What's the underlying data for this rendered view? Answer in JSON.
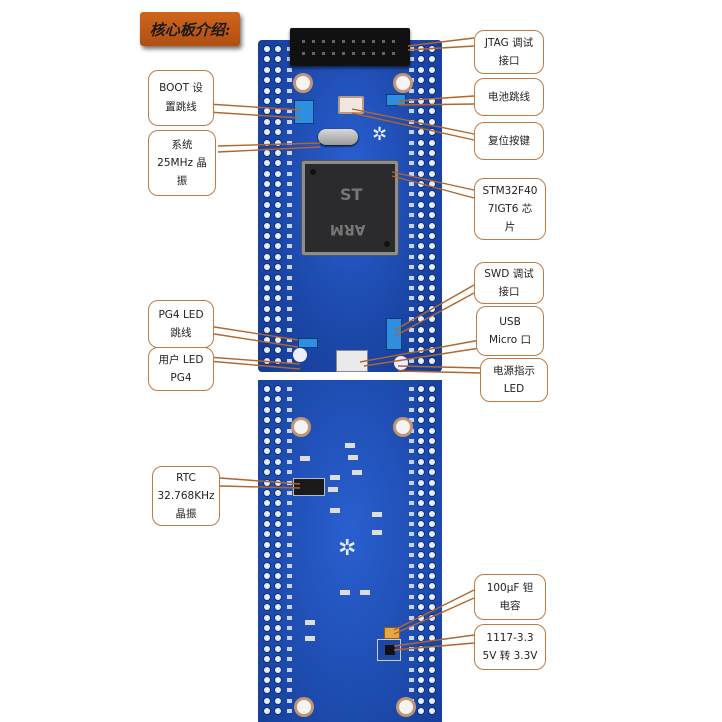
{
  "title": "核心板介绍:",
  "board": {
    "color": "#1f4fb5",
    "chip_logo": "ST",
    "chip_brand": "ARM"
  },
  "callouts": {
    "left": [
      {
        "id": "boot",
        "lines": [
          "BOOT 设",
          "置跳线"
        ]
      },
      {
        "id": "crystal",
        "lines": [
          "系统",
          "25MHz 晶",
          "振"
        ]
      },
      {
        "id": "pg4-jumper",
        "lines": [
          "PG4 LED",
          "跳线"
        ]
      },
      {
        "id": "user-led",
        "lines": [
          "用户 LED",
          "PG4"
        ]
      },
      {
        "id": "rtc",
        "lines": [
          "RTC",
          "32.768KHz",
          "晶振"
        ]
      }
    ],
    "right": [
      {
        "id": "jtag",
        "lines": [
          "JTAG 调试",
          "接口"
        ]
      },
      {
        "id": "battery",
        "lines": [
          "电池跳线"
        ]
      },
      {
        "id": "reset",
        "lines": [
          "复位按键"
        ]
      },
      {
        "id": "mcu",
        "lines": [
          "STM32F40",
          "7IGT6 芯",
          "片"
        ]
      },
      {
        "id": "swd",
        "lines": [
          "SWD 调试",
          "接口"
        ]
      },
      {
        "id": "usb",
        "lines": [
          "USB",
          "Micro 口"
        ]
      },
      {
        "id": "power-led",
        "lines": [
          "电源指示",
          "LED"
        ]
      },
      {
        "id": "tantalum",
        "lines": [
          "100μF 钽",
          "电容"
        ]
      },
      {
        "id": "ldo",
        "lines": [
          "1117-3.3",
          "5V 转 3.3V"
        ]
      }
    ]
  }
}
